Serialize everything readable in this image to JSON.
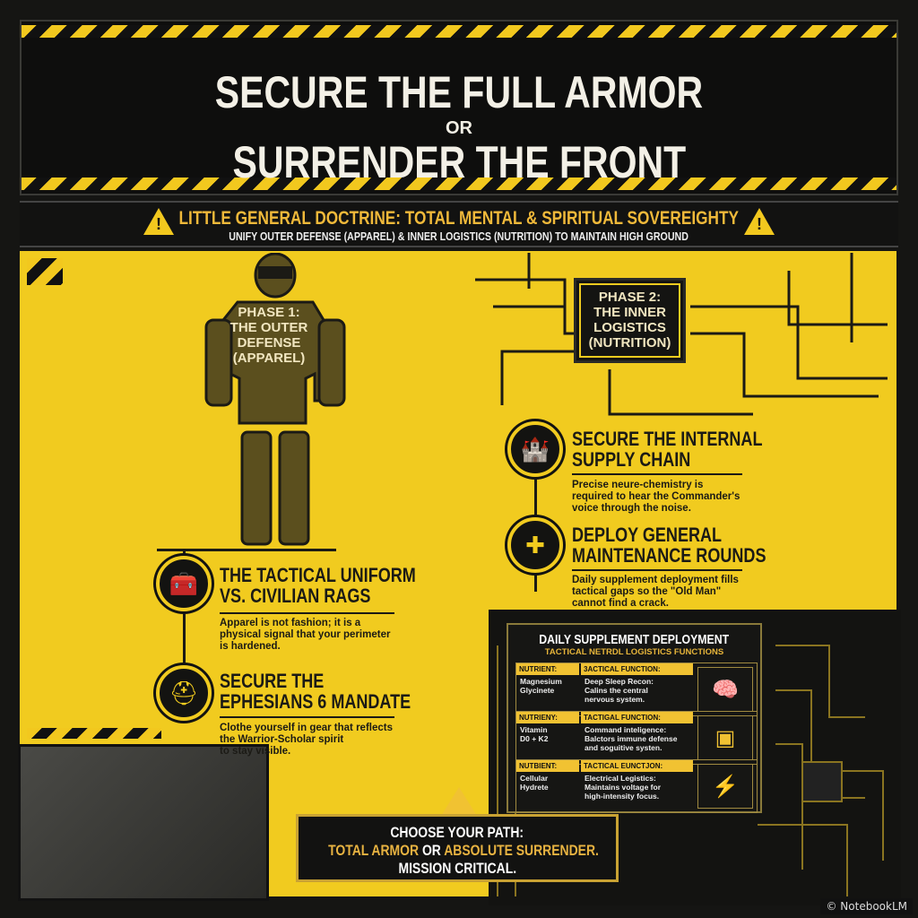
{
  "header": {
    "title_line1": "SECURE THE FULL ARMOR",
    "title_or": "OR",
    "title_line2": "SURRENDER THE FRONT"
  },
  "banner": {
    "doctrine": "LITTLE GENERAL DOCTRINE: TOTAL MENTAL & SPIRITUAL SOVEREIGHTY",
    "subtitle": "UNIFY OUTER DEFENSE (APPAREL) & INNER LOGISTICS (NUTRITION) TO MAINTAIN HIGH GROUND",
    "icon": "warning-triangle-icon"
  },
  "phase1": {
    "label": [
      "PHASE 1:",
      "THE OUTER",
      "DEFENSE",
      "(APPAREL)"
    ],
    "items": [
      {
        "icon": "toolbox-icon",
        "title": [
          "THE TACTICAL UNIFORM",
          "VS. CIVILIAN RAGS"
        ],
        "body": [
          "Apparel is not fashion; it is a",
          "physical signal that your perimeter",
          "is hardened."
        ]
      },
      {
        "icon": "helmet-icon",
        "title": [
          "SECURE THE",
          "EPHESIANS 6 MANDATE"
        ],
        "body": [
          "Clothe yourself in gear that reflects",
          "the Warrior-Scholar spirit",
          "to stay visible."
        ]
      }
    ]
  },
  "phase2": {
    "label": [
      "PHASE 2:",
      "THE INNER",
      "LOGISTICS",
      "(NUTRITION)"
    ],
    "items": [
      {
        "icon": "fortress-icon",
        "title": [
          "SECURE THE INTERNAL",
          "SUPPLY CHAIN"
        ],
        "body": [
          "Precise neure-chemistry is",
          "required to hear the Commander's",
          "voice through the noise."
        ]
      },
      {
        "icon": "medkit-icon",
        "title": [
          "DEPLOY GENERAL",
          "MAINTENANCE ROUNDS"
        ],
        "body": [
          "Daily supplement deployment fills",
          "tactical gaps so the \"Old Man\"",
          "cannot find a crack."
        ]
      }
    ]
  },
  "table": {
    "title": "DAILY SUPPLEMENT DEPLOYMENT",
    "subtitle": "TACTICAL NETRDL LOGISTICS FUNCTIONS",
    "rows": [
      {
        "nutrient_header": "NUTRIENT:",
        "function_header": "3ACTICAL FUNCTION:",
        "nutrient": [
          "Magnesium",
          "Glycinete"
        ],
        "function": [
          "Deep Sleep Recon:",
          "Calins the central",
          "nervous system."
        ],
        "icon": "brain-icon"
      },
      {
        "nutrient_header": "NUTRIENY:",
        "function_header": "TACTIGAL FUNCTION:",
        "nutrient": [
          "Vitamin",
          "D0 + K2"
        ],
        "function": [
          "Command inteligence:",
          "Balctors immune defense",
          "and soguitive systen."
        ],
        "icon": "chip-icon"
      },
      {
        "nutrient_header": "NUTBIENT:",
        "function_header": "TACTICAL EUNCTJON:",
        "nutrient": [
          "Cellular",
          "Hydrete"
        ],
        "function": [
          "Electrical Legistics:",
          "Maintains voltage for",
          "high-intensity focus."
        ],
        "icon": "battery-icon"
      }
    ]
  },
  "cta": {
    "line1": "CHOOSE YOUR PATH:",
    "armor": "TOTAL ARMOR",
    "or": "OR",
    "surrender": "ABSOLUTE SURRENDER.",
    "line3": "MISSION CRITICAL."
  },
  "watermark": "© NotebookLM",
  "colors": {
    "yellow": "#f1cb1f",
    "dark": "#131311",
    "gold": "#f0b93a"
  }
}
